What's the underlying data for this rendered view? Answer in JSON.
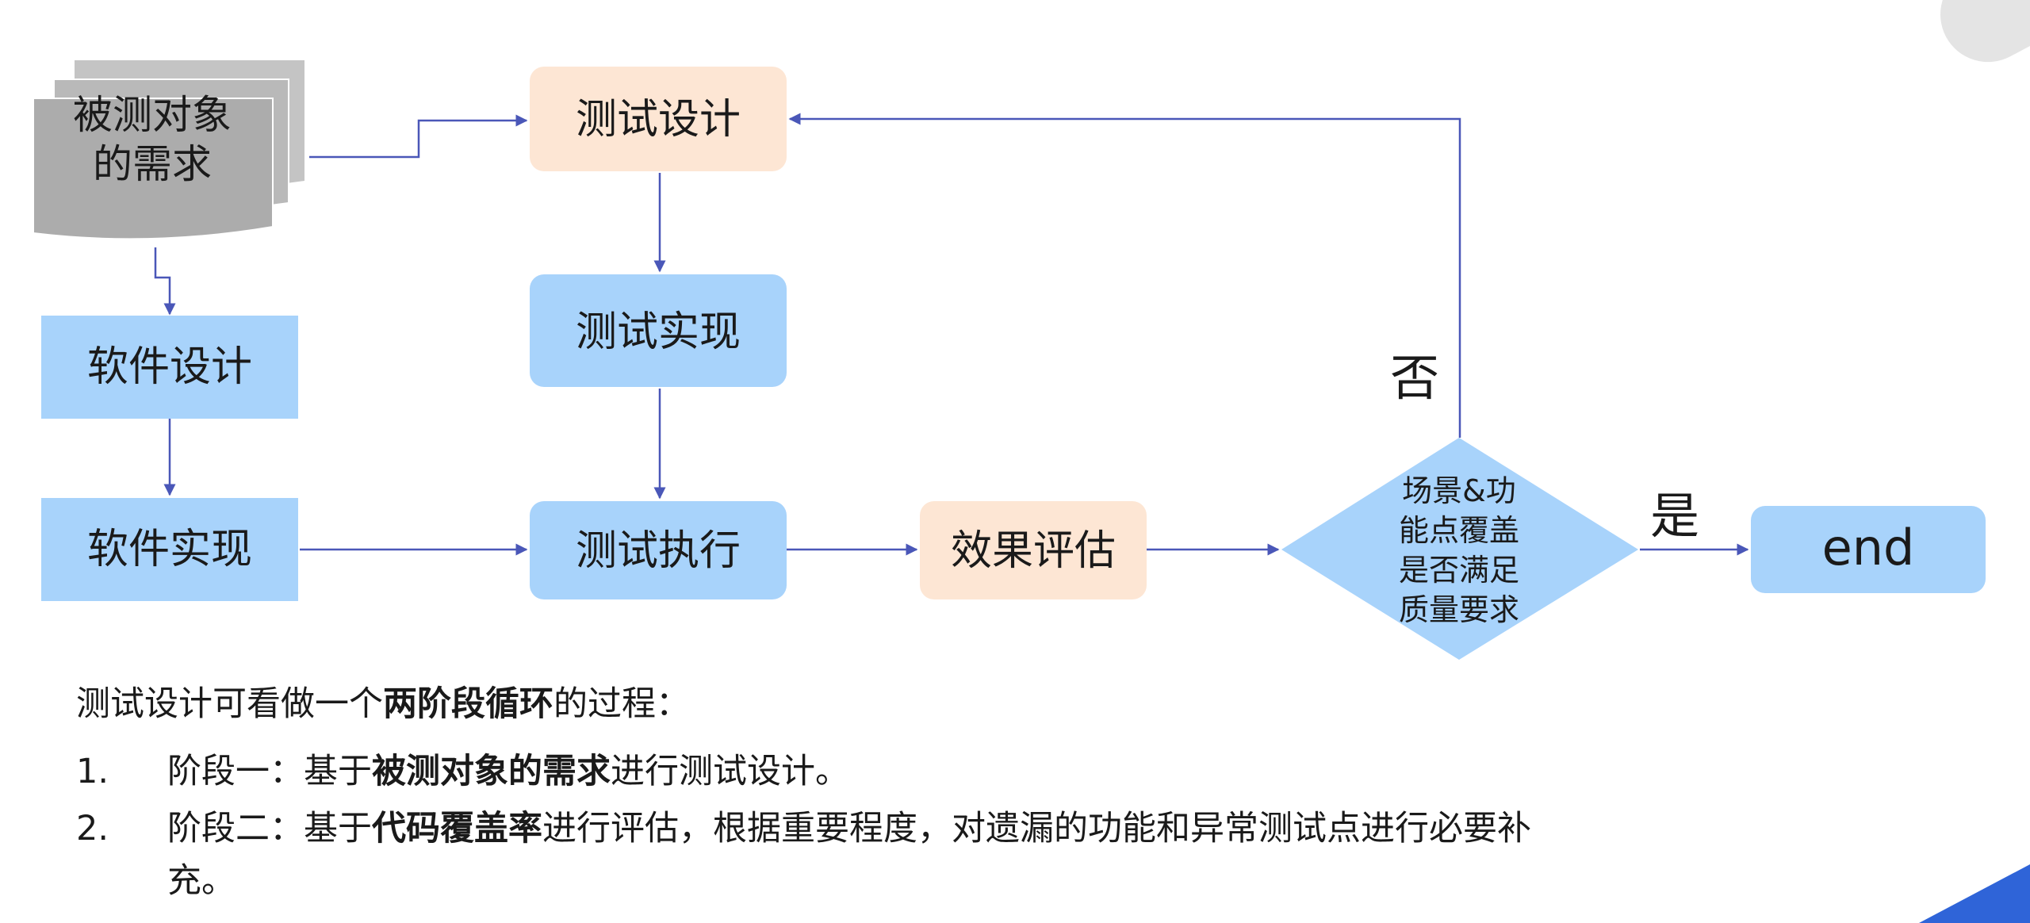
{
  "diagram": {
    "nodes": {
      "requirements": "被测对象的需求",
      "software_design": "软件设计",
      "software_impl": "软件实现",
      "test_design": "测试设计",
      "test_impl": "测试实现",
      "test_exec": "测试执行",
      "evaluation": "效果评估",
      "decision": "场景&功能点覆盖是否满足质量要求",
      "end": "end"
    },
    "edge_labels": {
      "no": "否",
      "yes": "是"
    },
    "colors": {
      "blue_node": "#a8d3fb",
      "orange_node": "#fde6d4",
      "diamond": "#a8d3fb",
      "document": "#acacac",
      "arrow": "#4a57b8"
    }
  },
  "notes": {
    "intro_prefix": "测试设计可看做一个",
    "intro_bold": "两阶段循环",
    "intro_suffix": "的过程：",
    "items": [
      {
        "num": "1.",
        "prefix": "阶段一：基于",
        "bold": "被测对象的需求",
        "suffix": "进行测试设计。"
      },
      {
        "num": "2.",
        "prefix": "阶段二：基于",
        "bold": "代码覆盖率",
        "suffix": "进行评估，根据重要程度，对遗漏的功能和异常测试点进行必要补充。"
      }
    ]
  }
}
